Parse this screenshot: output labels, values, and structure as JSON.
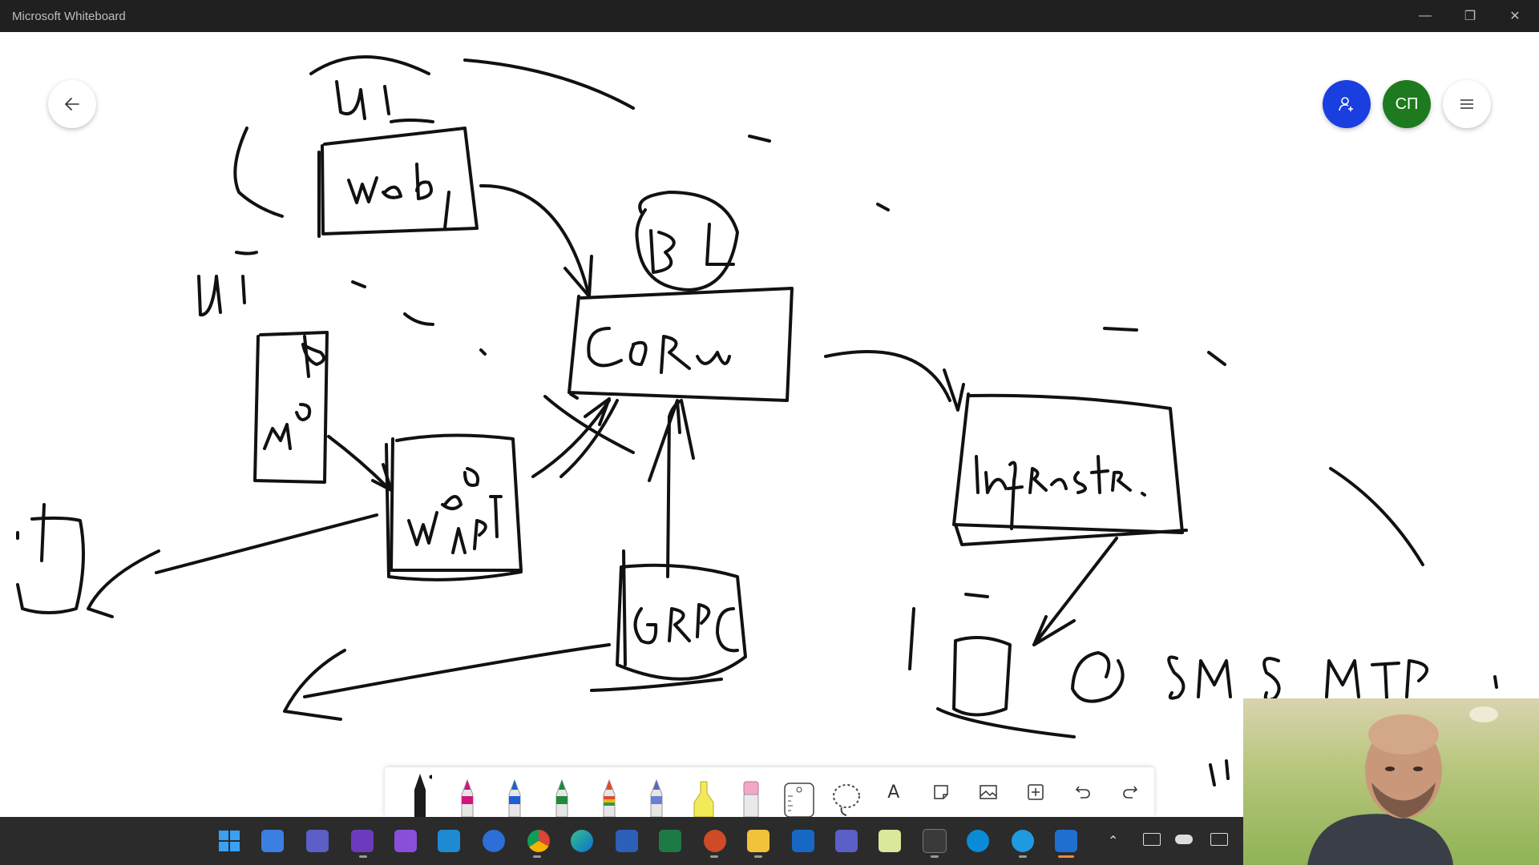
{
  "window": {
    "title": "Microsoft Whiteboard"
  },
  "header": {
    "back_icon": "arrow-left-icon",
    "share_icon": "add-person-icon",
    "user_initials": "СП",
    "menu_icon": "hamburger-menu-icon",
    "colors": {
      "share": "#1a3fe0",
      "avatar": "#1e7a1e"
    }
  },
  "toolbar": {
    "tools": [
      "pen-black",
      "pen-magenta",
      "pen-blue",
      "pen-green",
      "pen-rainbow",
      "pen-galaxy",
      "highlighter-yellow",
      "eraser",
      "ruler",
      "lasso",
      "text",
      "sticky-note",
      "image",
      "insert",
      "undo",
      "redo"
    ],
    "text_tool_label": "A"
  },
  "taskbar": {
    "apps": [
      "windows-start",
      "widgets",
      "video-call",
      "visual-studio",
      "visual-studio-preview",
      "vs-code",
      "app-circle",
      "chrome",
      "edge",
      "word",
      "excel",
      "powerpoint",
      "file-explorer",
      "outlook",
      "teams",
      "app-chart",
      "terminal",
      "skype",
      "docker",
      "whiteboard"
    ]
  }
}
